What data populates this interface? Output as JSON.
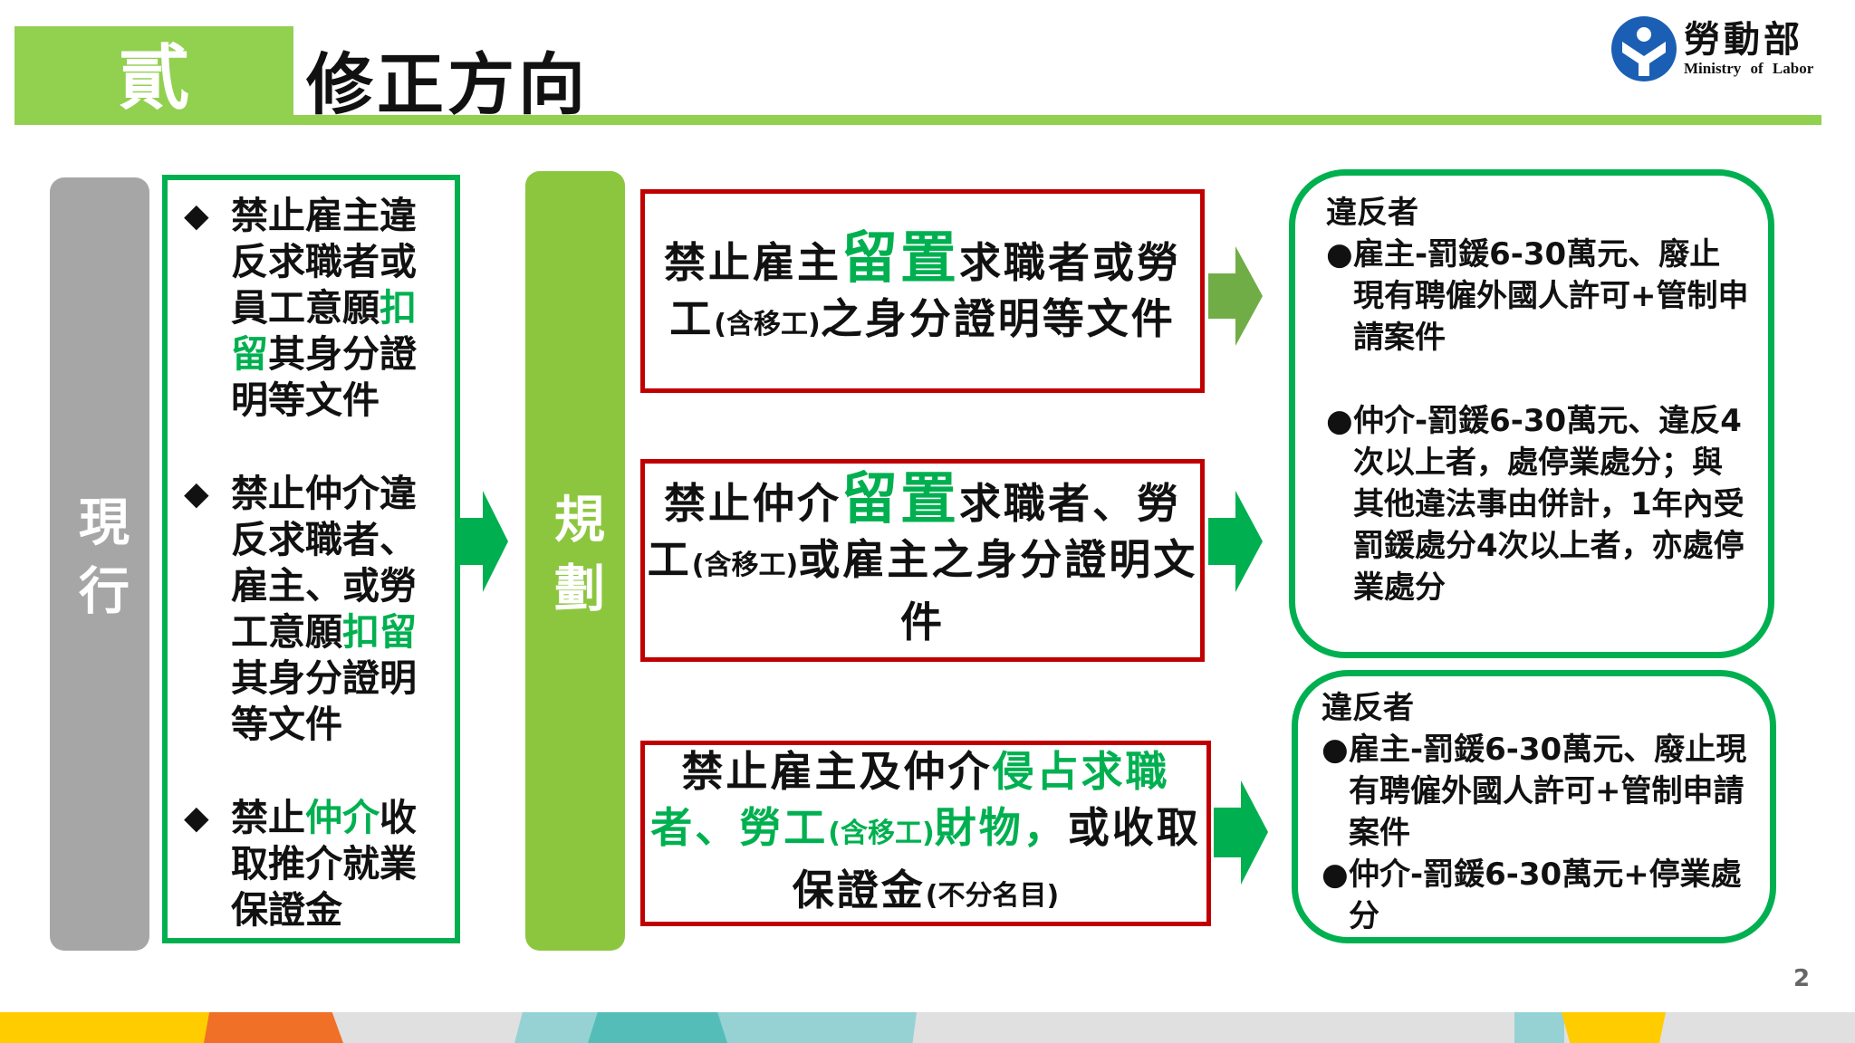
{
  "header": {
    "section_numeral": "貳",
    "title": "修正方向",
    "logo_zh": "勞動部",
    "logo_en": "Ministry of Labor"
  },
  "current": {
    "label": "現行",
    "items": [
      {
        "pre": "禁止雇主違反求職者或員工意願",
        "hl": "扣留",
        "post": "其身分證明等文件"
      },
      {
        "pre": "禁止仲介違反求職者、雇主、或勞工意願",
        "hl": "扣留",
        "post": "其身分證明等文件"
      },
      {
        "pre": "禁止",
        "hl": "仲介",
        "post": "收取推介就業保證金"
      }
    ]
  },
  "plan": {
    "label": "規劃",
    "boxes": [
      {
        "a": "禁止雇主",
        "hl": "留置",
        "b": "求職者或勞工",
        "small": "(含移工)",
        "c": "之身分證明等文件"
      },
      {
        "a": "禁止仲介",
        "hl": "留置",
        "b": "求職者、勞工",
        "small": "(含移工)",
        "c": "或雇主之身分證明文件"
      },
      {
        "a": "禁止雇主及仲介",
        "hl": "侵占求職者、勞工",
        "small": "(含移工)",
        "hl2": "財物，",
        "b": "或收取保證金",
        "small2": "(不分名目)"
      }
    ]
  },
  "penalties": [
    {
      "heading": "違反者",
      "items": [
        "雇主-罰鍰6-30萬元、廢止現有聘僱外國人許可+管制申請案件",
        "仲介-罰鍰6-30萬元、違反4次以上者，處停業處分；與其他違法事由併計，1年內受罰鍰處分4次以上者，亦處停業處分"
      ]
    },
    {
      "heading": "違反者",
      "items": [
        "雇主-罰鍰6-30萬元、廢止現有聘僱外國人許可+管制申請案件",
        "仲介-罰鍰6-30萬元+停業處分"
      ]
    }
  ],
  "bullet": "●",
  "diamond": "◆",
  "page_number": "2",
  "colors": {
    "green": "#00b050",
    "light_green": "#92d050",
    "red": "#c00000",
    "gray": "#a6a6a6"
  }
}
